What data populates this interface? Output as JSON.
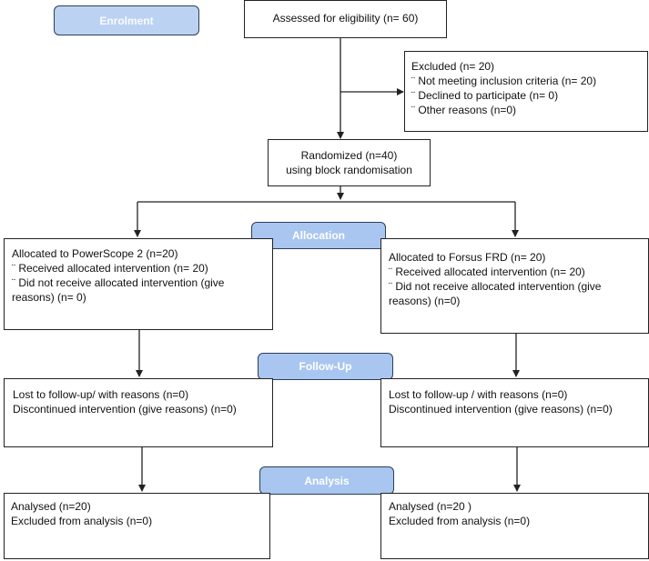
{
  "stages": {
    "enrolment": "Enrolment",
    "allocation": "Allocation",
    "follow_up": "Follow-Up",
    "analysis": "Analysis"
  },
  "eligibility": {
    "text": "Assessed for eligibility (n= 60)"
  },
  "excluded": {
    "title": "Excluded  (n= 20)",
    "items": [
      "¨   Not meeting inclusion criteria (n= 20)",
      "¨   Declined to participate (n= 0)",
      "¨   Other reasons (n=0)"
    ]
  },
  "randomized": {
    "line1": "Randomized (n=40)",
    "line2": "using block randomisation"
  },
  "left": {
    "allocation": {
      "title": "Allocated to PowerScope 2 (n=20)",
      "received": "¨ Received allocated intervention (n= 20)",
      "not_received": "¨ Did not receive allocated intervention (give reasons) (n= 0)"
    },
    "followup": {
      "lost": "Lost to follow-up/ with reasons (n=0)",
      "discontinued": "Discontinued intervention (give reasons) (n=0)"
    },
    "analysis": {
      "analysed": "Analysed (n=20)",
      "excluded": "Excluded from analysis (n=0)"
    }
  },
  "right": {
    "allocation": {
      "title": "Allocated to Forsus FRD (n= 20)",
      "received": "¨ Received allocated intervention (n= 20)",
      "not_received": "¨ Did not receive allocated intervention (give reasons) (n=0)"
    },
    "followup": {
      "lost": "Lost to follow-up / with reasons  (n=0)",
      "discontinued": "Discontinued intervention (give reasons) (n=0)"
    },
    "analysis": {
      "analysed": "Analysed (n=20 )",
      "excluded": "Excluded from analysis (n=0)"
    }
  },
  "colors": {
    "stage_fill": "#a9c6f0",
    "stage_border": "#2c3e5a",
    "line": "#222222"
  }
}
